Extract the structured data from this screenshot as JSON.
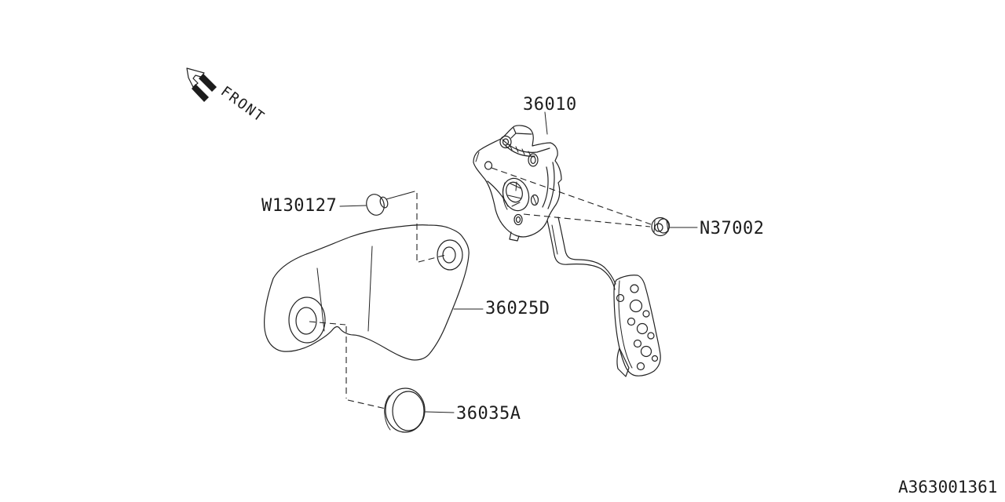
{
  "front_arrow": {
    "label": "FRONT"
  },
  "labels": {
    "assembly": "36010",
    "clip": "W130127",
    "nut": "N37002",
    "bracket": "36025D",
    "plug": "36035A"
  },
  "footer": {
    "drawing_number": "A363001361"
  },
  "colors": {
    "line": "#222222",
    "background": "#ffffff"
  }
}
